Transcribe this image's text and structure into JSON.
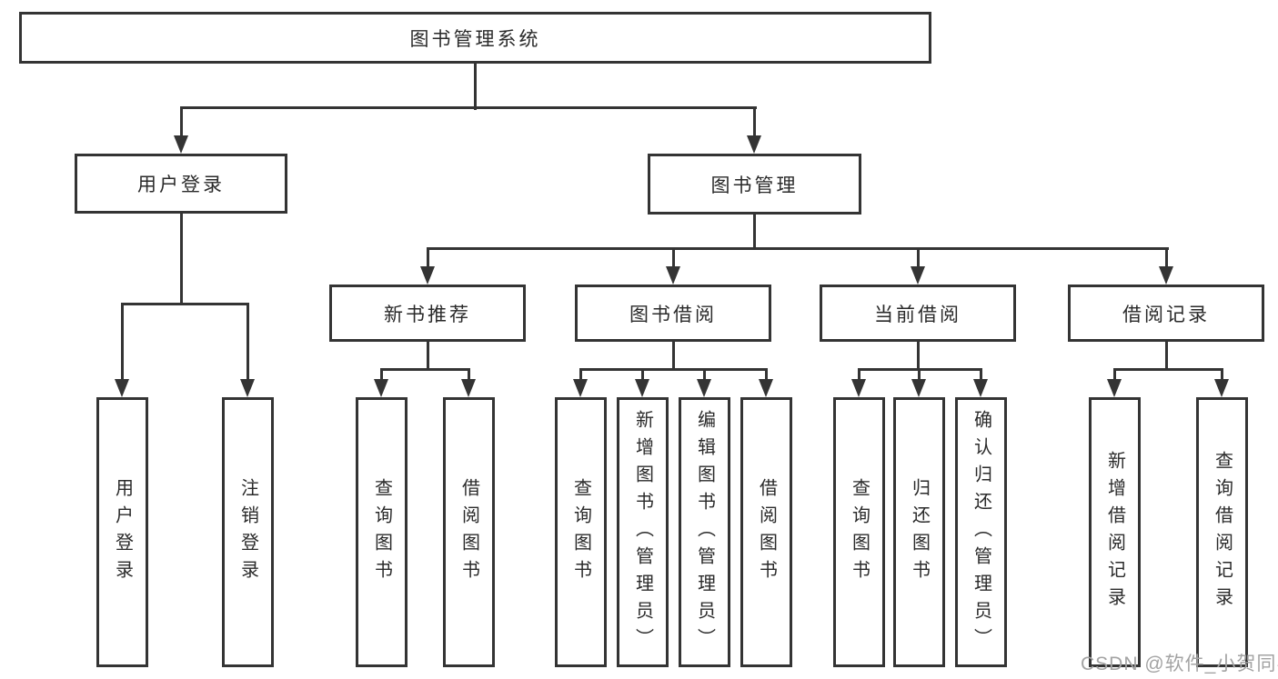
{
  "diagram_title": "图书管理系统",
  "tree": {
    "label": "图书管理系统",
    "children": [
      {
        "label": "用户登录",
        "children": [
          {
            "label": "用户登录"
          },
          {
            "label": "注销登录"
          }
        ]
      },
      {
        "label": "图书管理",
        "children": [
          {
            "label": "新书推荐",
            "children": [
              {
                "label": "查询图书"
              },
              {
                "label": "借阅图书"
              }
            ]
          },
          {
            "label": "图书借阅",
            "children": [
              {
                "label": "查询图书"
              },
              {
                "label": "新增图书（管理员）"
              },
              {
                "label": "编辑图书（管理员）"
              },
              {
                "label": "借阅图书"
              }
            ]
          },
          {
            "label": "当前借阅",
            "children": [
              {
                "label": "查询图书"
              },
              {
                "label": "归还图书"
              },
              {
                "label": "确认归还（管理员）"
              }
            ]
          },
          {
            "label": "借阅记录",
            "children": [
              {
                "label": "新增借阅记录"
              },
              {
                "label": "查询借阅记录"
              }
            ]
          }
        ]
      }
    ]
  },
  "watermark": "CSDN @软件_小贺同学",
  "colors": {
    "line": "#343434",
    "box_border": "#343434",
    "background": "#ffffff",
    "text": "#2a2a2a",
    "watermark": "#a3a3a3"
  }
}
